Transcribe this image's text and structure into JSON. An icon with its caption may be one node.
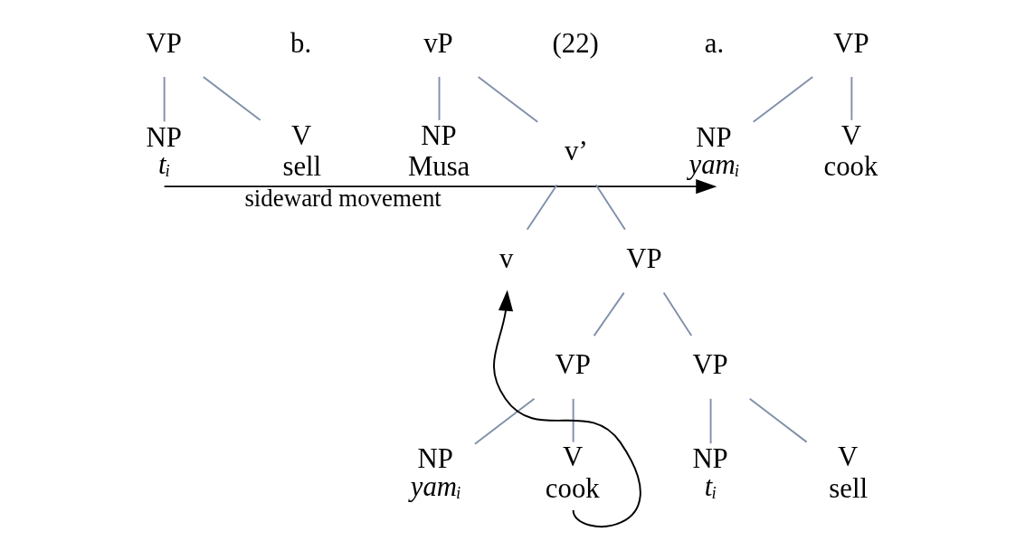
{
  "diagram": {
    "nodes": [
      {
        "text": [
          "VP"
        ]
      },
      {
        "text": [
          "NP",
          "yamᵢ"
        ]
      },
      {
        "text": [
          "V",
          "cook"
        ]
      },
      {
        "text": [
          "VP"
        ]
      },
      {
        "text": [
          "NP",
          "tᵢ"
        ]
      },
      {
        "text": [
          "V",
          "sell"
        ]
      },
      {
        "text": [
          "vP"
        ]
      },
      {
        "text": [
          "NP",
          "Musa"
        ]
      },
      {
        "text": [
          "v’"
        ]
      },
      {
        "text": [
          "v"
        ]
      },
      {
        "text": [
          "VP"
        ]
      },
      {
        "text": [
          "VP"
        ]
      },
      {
        "text": [
          "VP"
        ]
      },
      {
        "text": [
          "NP",
          "yamᵢ"
        ]
      },
      {
        "text": [
          "V",
          "cook"
        ]
      },
      {
        "text": [
          "NP",
          "tᵢ"
        ]
      },
      {
        "text": [
          "V",
          "sell"
        ]
      }
    ],
    "edges": [
      {
        "from": 0,
        "to": 1,
        "arrow": "none"
      },
      {
        "from": 0,
        "to": 2,
        "arrow": "none"
      },
      {
        "from": 3,
        "to": 4,
        "arrow": "none"
      },
      {
        "from": 3,
        "to": 5,
        "arrow": "none"
      },
      {
        "from": 4,
        "to": 1,
        "arrow": "to",
        "label": "sideward movement",
        "color": "#000000"
      },
      {
        "from": 6,
        "to": 7,
        "arrow": "none"
      },
      {
        "from": 6,
        "to": 8,
        "arrow": "none"
      },
      {
        "from": 8,
        "to": 9,
        "arrow": "none"
      },
      {
        "from": 8,
        "to": 10,
        "arrow": "none"
      },
      {
        "from": 10,
        "to": 11,
        "arrow": "none"
      },
      {
        "from": 10,
        "to": 12,
        "arrow": "none"
      },
      {
        "from": 11,
        "to": 13,
        "arrow": "none"
      },
      {
        "from": 11,
        "to": 14,
        "arrow": "none"
      },
      {
        "from": 12,
        "to": 15,
        "arrow": "none"
      },
      {
        "from": 12,
        "to": 16,
        "arrow": "none"
      },
      {
        "from": 14,
        "to": 9,
        "arrow": "to",
        "color": "#000000"
      }
    ],
    "labels": [
      "(22)",
      "a.",
      "b."
    ]
  }
}
